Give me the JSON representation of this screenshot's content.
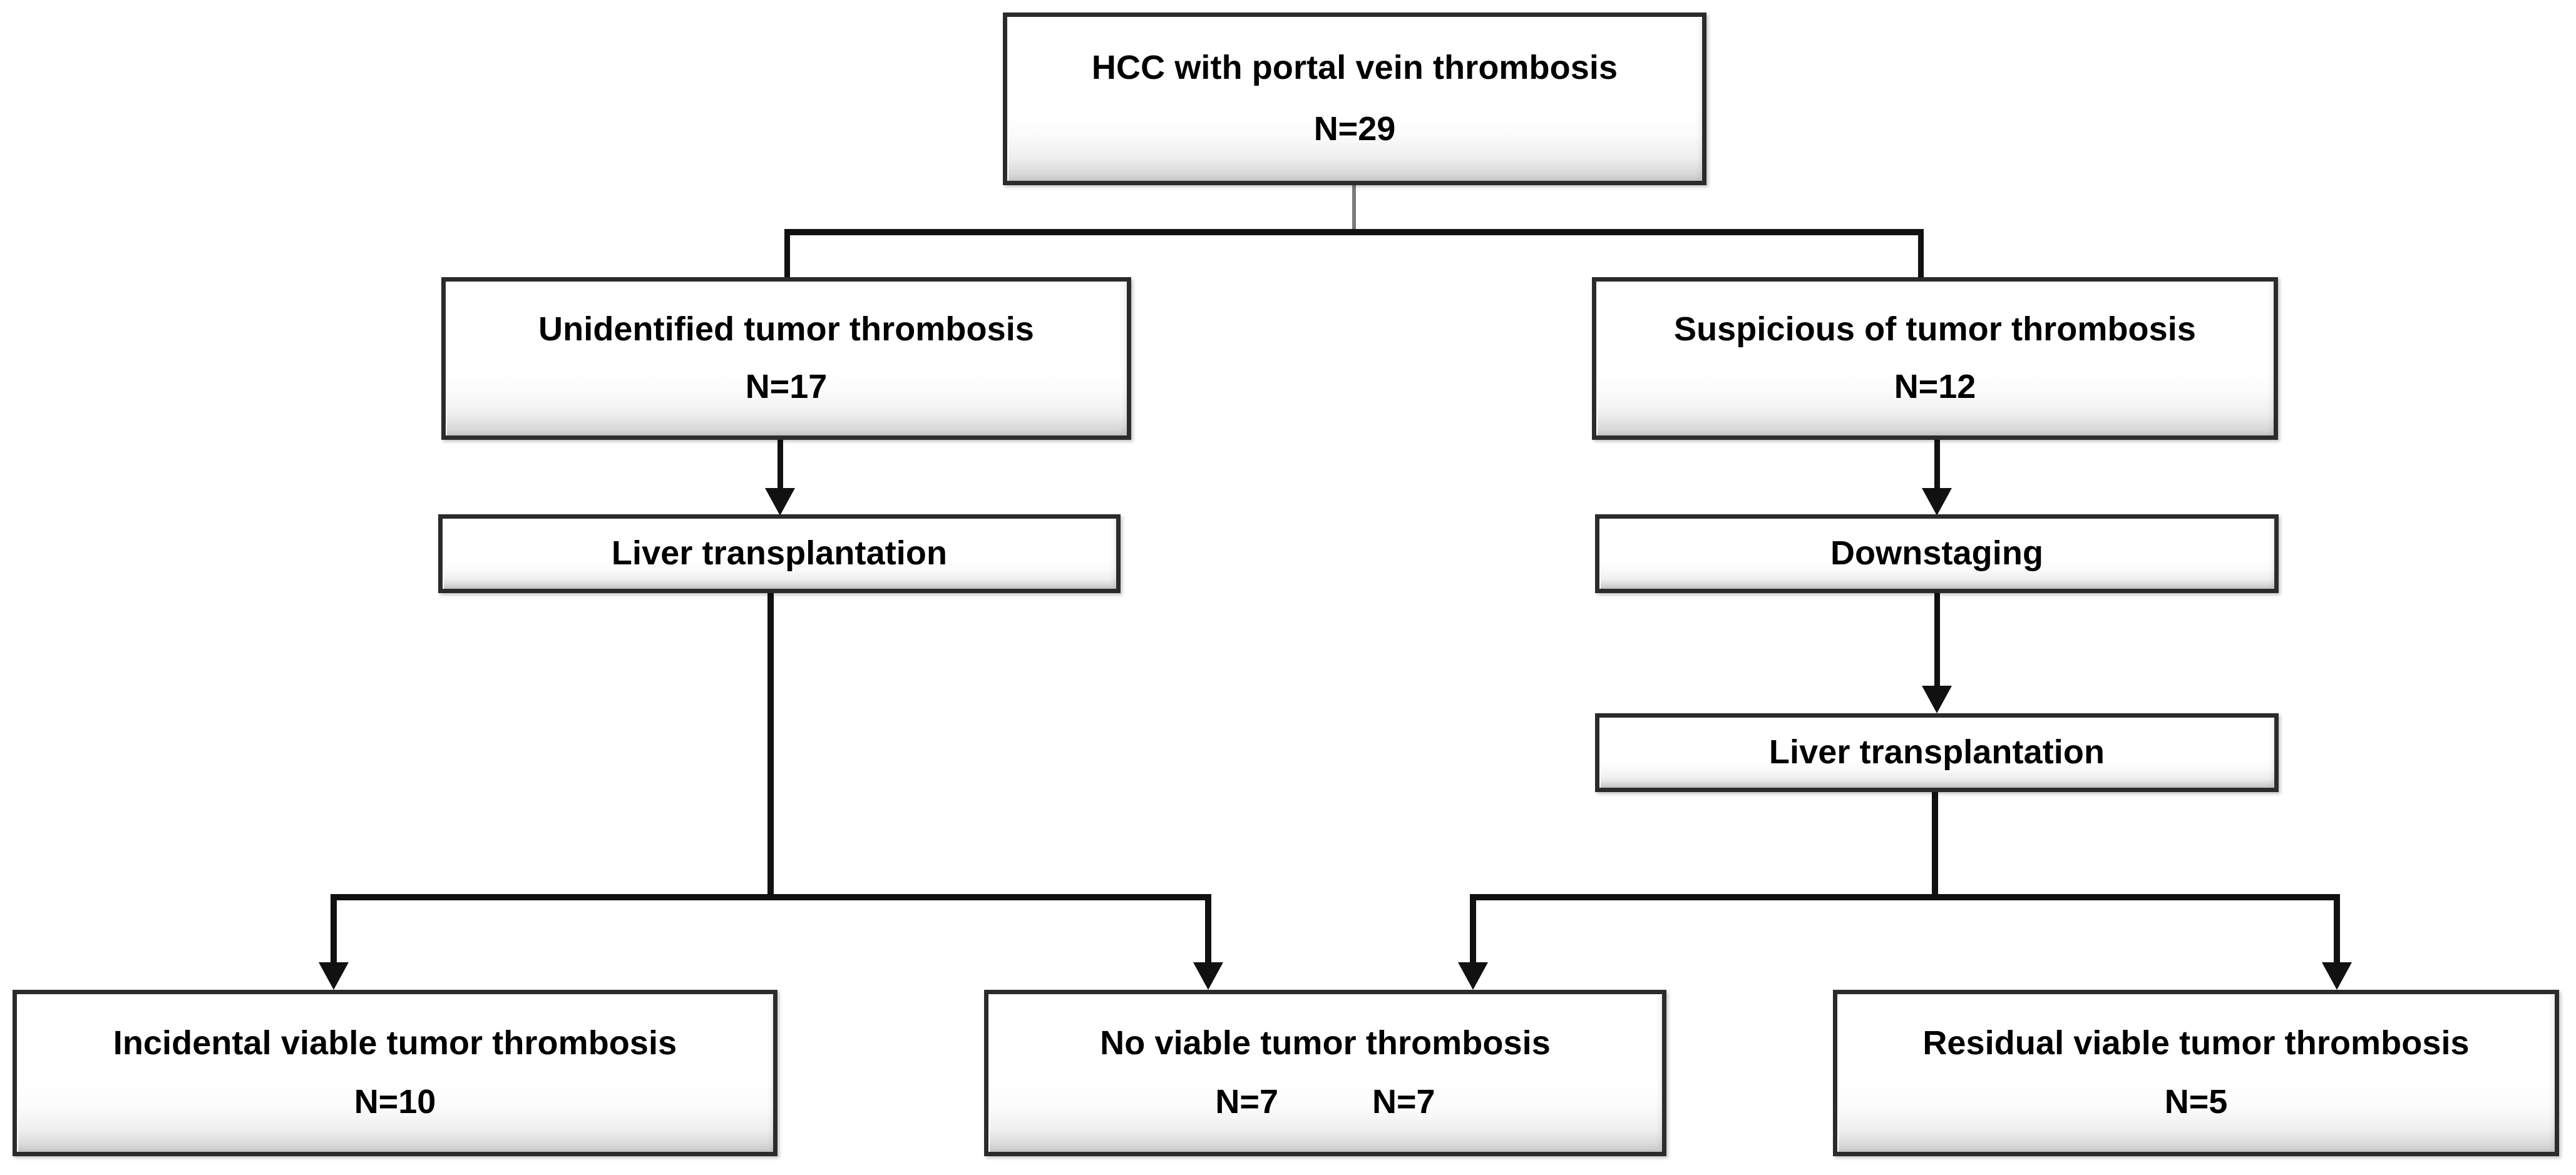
{
  "figure": {
    "type": "flowchart",
    "title": "HCC with portal vein thrombosis patient flow",
    "orientation": "top-down",
    "node_fill": "#ffffff",
    "node_border": "#2b2b2b",
    "connector_color": "#111111",
    "background": "#ffffff"
  },
  "nodes": {
    "root": {
      "label": "HCC with portal vein thrombosis",
      "count": "N=29"
    },
    "left_branch": {
      "label": "Unidentified tumor thrombosis",
      "count": "N=17"
    },
    "right_branch": {
      "label": "Suspicious of tumor thrombosis",
      "count": "N=12"
    },
    "left_transplant": {
      "label": "Liver transplantation"
    },
    "right_downstaging": {
      "label": "Downstaging"
    },
    "right_transplant": {
      "label": "Liver transplantation"
    },
    "outcome_incidental": {
      "label": "Incidental viable tumor thrombosis",
      "count": "N=10"
    },
    "outcome_no_viable": {
      "label": "No viable tumor thrombosis",
      "count_left": "N=7",
      "count_right": "N=7"
    },
    "outcome_residual": {
      "label": "Residual viable tumor thrombosis",
      "count": "N=5"
    }
  },
  "edges": [
    {
      "from": "root",
      "to": "left_branch",
      "style": "elbow"
    },
    {
      "from": "root",
      "to": "right_branch",
      "style": "elbow"
    },
    {
      "from": "left_branch",
      "to": "left_transplant",
      "style": "arrow"
    },
    {
      "from": "right_branch",
      "to": "right_downstaging",
      "style": "arrow"
    },
    {
      "from": "right_downstaging",
      "to": "right_transplant",
      "style": "arrow"
    },
    {
      "from": "left_transplant",
      "to": "outcome_incidental",
      "style": "elbow-arrow"
    },
    {
      "from": "left_transplant",
      "to": "outcome_no_viable",
      "style": "elbow-arrow"
    },
    {
      "from": "right_transplant",
      "to": "outcome_no_viable",
      "style": "elbow-arrow"
    },
    {
      "from": "right_transplant",
      "to": "outcome_residual",
      "style": "elbow-arrow"
    }
  ]
}
